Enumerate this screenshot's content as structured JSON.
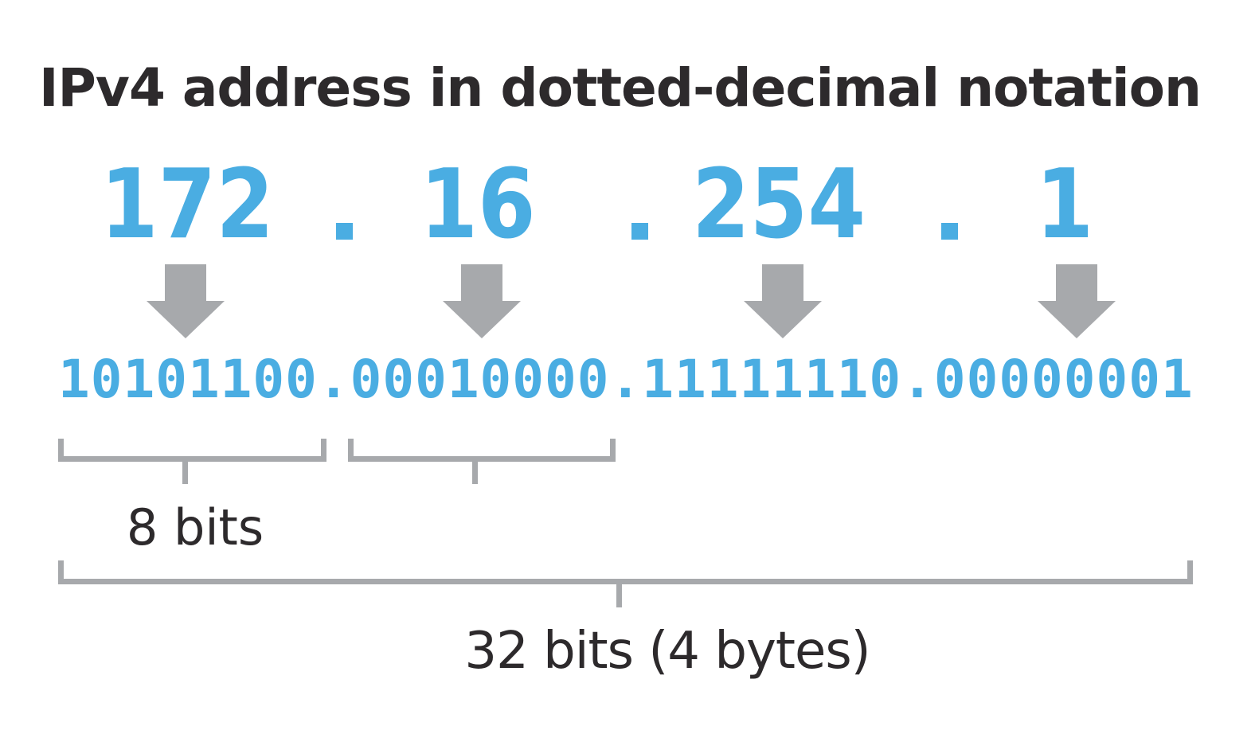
{
  "title": "IPv4 address in dotted-decimal notation",
  "address": {
    "octets": [
      {
        "decimal": "172",
        "binary": "10101100"
      },
      {
        "decimal": "16",
        "binary": "00010000"
      },
      {
        "decimal": "254",
        "binary": "11111110"
      },
      {
        "decimal": "1",
        "binary": "00000001"
      }
    ],
    "separator": ".",
    "binary_full": "10101100.00010000.11111110.00000001"
  },
  "labels": {
    "octet_size": "8 bits",
    "total_size": "32 bits (4 bytes)"
  },
  "icons": {
    "down_arrow": "block-down-arrow"
  },
  "colors": {
    "address_blue": "#4AADE2",
    "annotation_gray": "#A7A9AC",
    "text_dark": "#2D2A2C",
    "background": "#FFFFFF"
  }
}
